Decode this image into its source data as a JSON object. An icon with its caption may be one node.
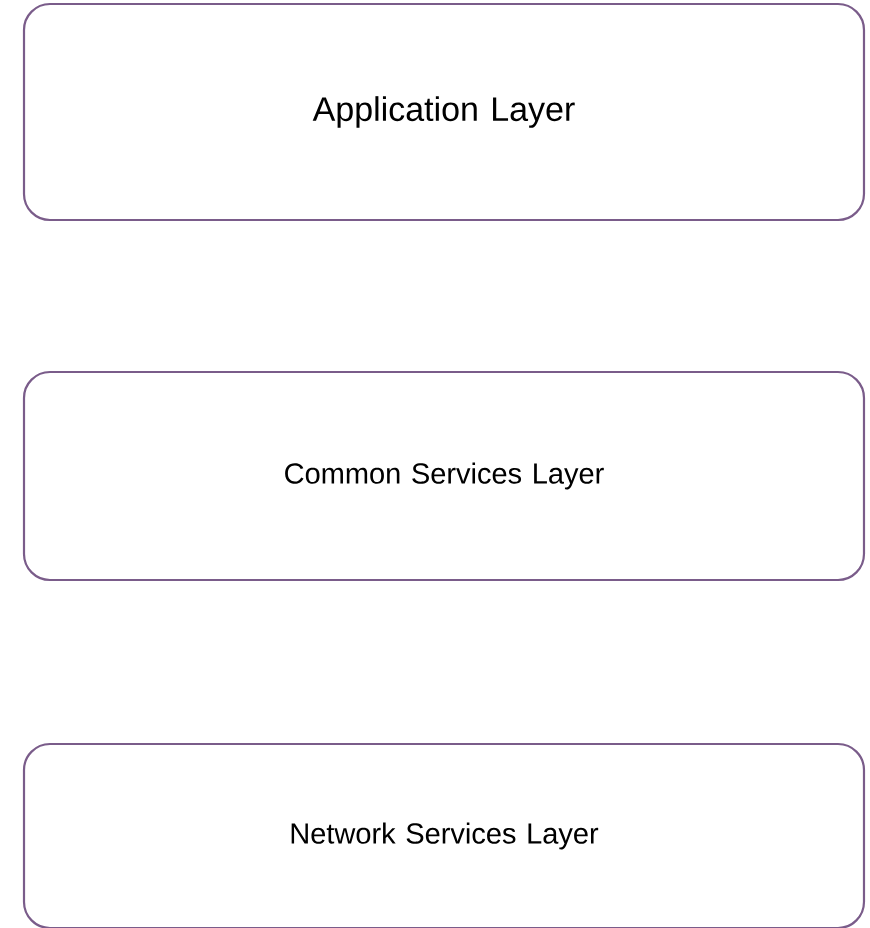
{
  "diagram": {
    "nodes": [
      {
        "text": [
          "Application Layer"
        ]
      },
      {
        "text": [
          "Common Services Layer"
        ]
      },
      {
        "text": [
          "Network Services Layer"
        ]
      }
    ]
  }
}
